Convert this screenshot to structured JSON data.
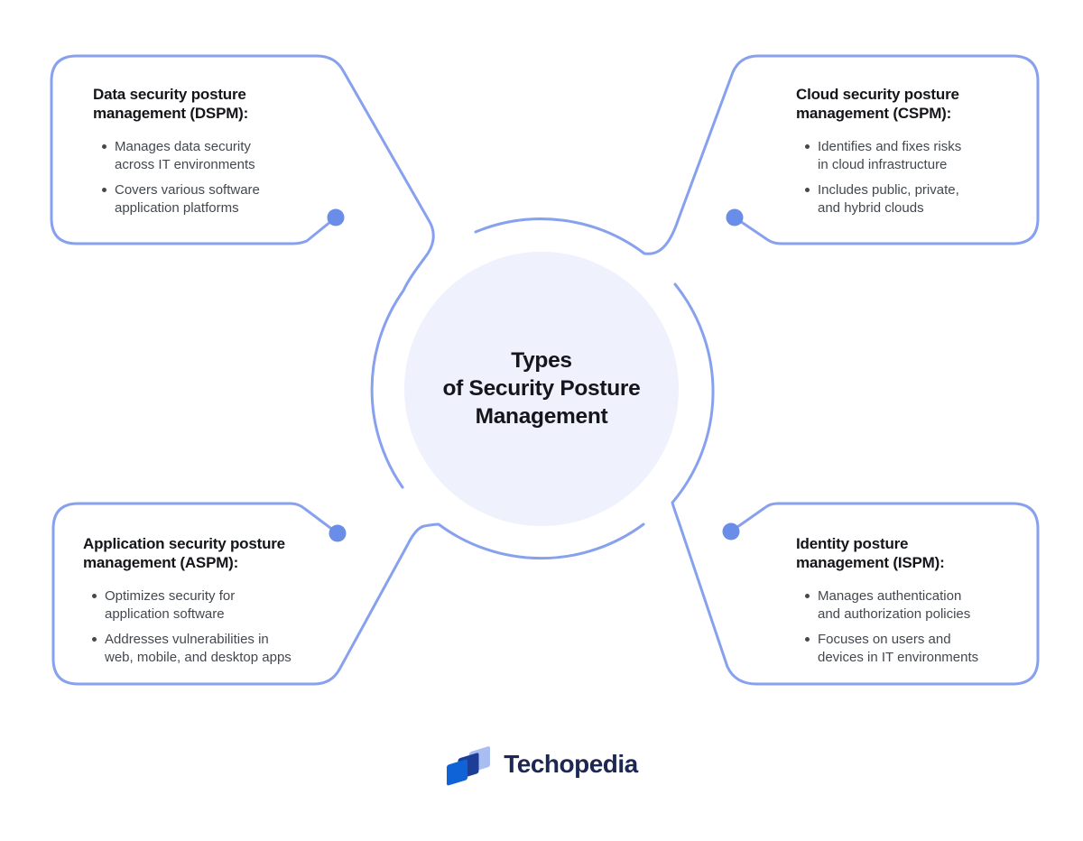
{
  "figure": {
    "center": {
      "title_lines": [
        "Types",
        "of Security Posture",
        "Management"
      ]
    },
    "cards": [
      {
        "id": "dspm",
        "position": "top-left",
        "title_lines": [
          "Data security posture",
          "management (DSPM):"
        ],
        "bullets": [
          [
            "Manages data security",
            "across IT environments"
          ],
          [
            "Covers various software",
            "application platforms"
          ]
        ]
      },
      {
        "id": "cspm",
        "position": "top-right",
        "title_lines": [
          "Cloud security posture",
          "management (CSPM):"
        ],
        "bullets": [
          [
            "Identifies and fixes risks",
            "in cloud infrastructure"
          ],
          [
            "Includes public, private,",
            "and hybrid clouds"
          ]
        ]
      },
      {
        "id": "aspm",
        "position": "bottom-left",
        "title_lines": [
          "Application security posture",
          "management (ASPM):"
        ],
        "bullets": [
          [
            "Optimizes security for",
            "application software"
          ],
          [
            "Addresses vulnerabilities in",
            "web, mobile, and desktop apps"
          ]
        ]
      },
      {
        "id": "ispm",
        "position": "bottom-right",
        "title_lines": [
          "Identity posture",
          "management (ISPM):"
        ],
        "bullets": [
          [
            "Manages authentication",
            "and authorization policies"
          ],
          [
            "Focuses on users and",
            "devices in IT environments"
          ]
        ]
      }
    ],
    "brand": {
      "name": "Techopedia"
    },
    "colors": {
      "connector_line": "#87A1EE",
      "connector_dot": "#6A8EE8",
      "center_circle_fill": "#EFF2FC",
      "heading_text": "#131519",
      "bullet_text": "#43484F",
      "center_title_text": "#15161C",
      "brand_text": "#1C2753",
      "logo_front_blue": "#1063D6",
      "logo_mid_navy": "#1D3E96",
      "logo_back_periwinkle": "#A9BDF3"
    }
  }
}
